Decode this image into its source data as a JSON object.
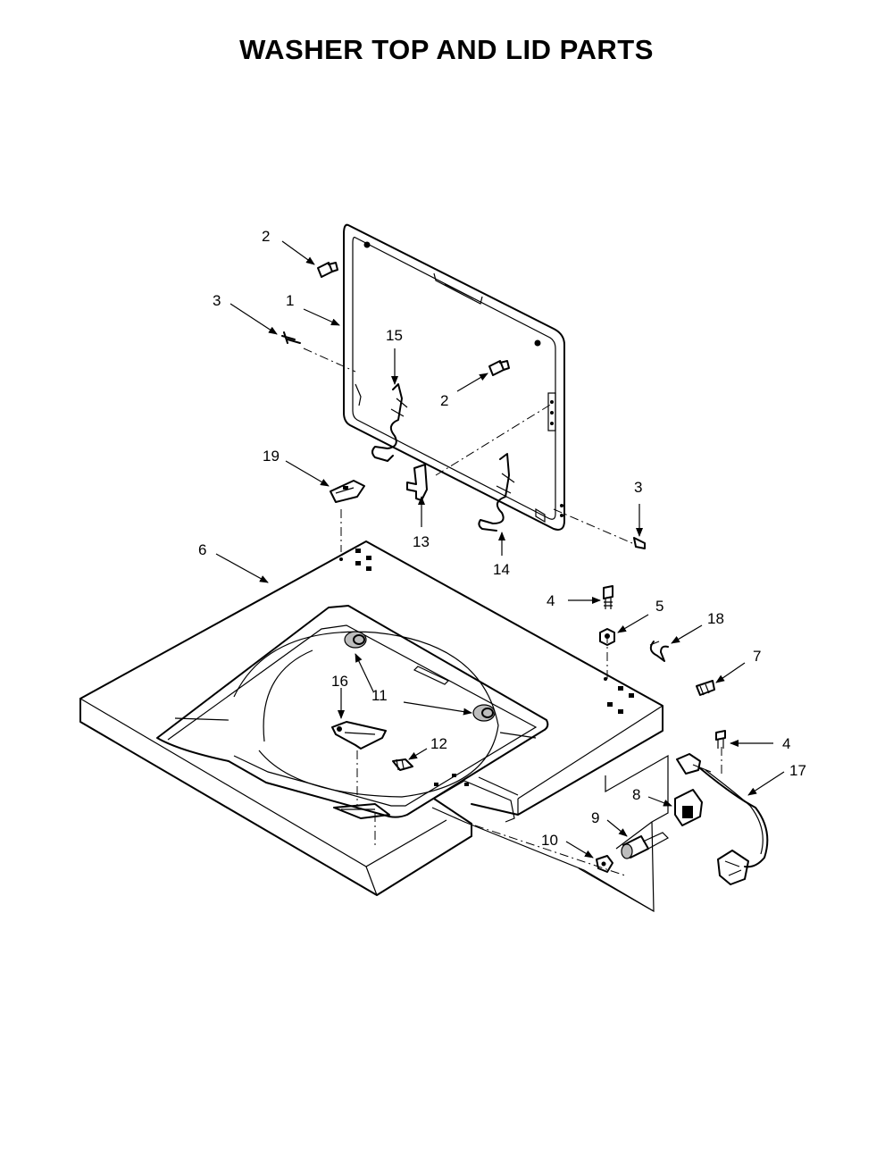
{
  "title": "WASHER TOP AND LID PARTS",
  "callouts": [
    {
      "id": "c2a",
      "label": "2"
    },
    {
      "id": "c3a",
      "label": "3"
    },
    {
      "id": "c1",
      "label": "1"
    },
    {
      "id": "c15",
      "label": "15"
    },
    {
      "id": "c2b",
      "label": "2"
    },
    {
      "id": "c19",
      "label": "19"
    },
    {
      "id": "c13",
      "label": "13"
    },
    {
      "id": "c14",
      "label": "14"
    },
    {
      "id": "c3b",
      "label": "3"
    },
    {
      "id": "c6",
      "label": "6"
    },
    {
      "id": "c4a",
      "label": "4"
    },
    {
      "id": "c5",
      "label": "5"
    },
    {
      "id": "c18",
      "label": "18"
    },
    {
      "id": "c7",
      "label": "7"
    },
    {
      "id": "c16",
      "label": "16"
    },
    {
      "id": "c11",
      "label": "11"
    },
    {
      "id": "c12",
      "label": "12"
    },
    {
      "id": "c4b",
      "label": "4"
    },
    {
      "id": "c17",
      "label": "17"
    },
    {
      "id": "c8",
      "label": "8"
    },
    {
      "id": "c9",
      "label": "9"
    },
    {
      "id": "c10",
      "label": "10"
    }
  ]
}
